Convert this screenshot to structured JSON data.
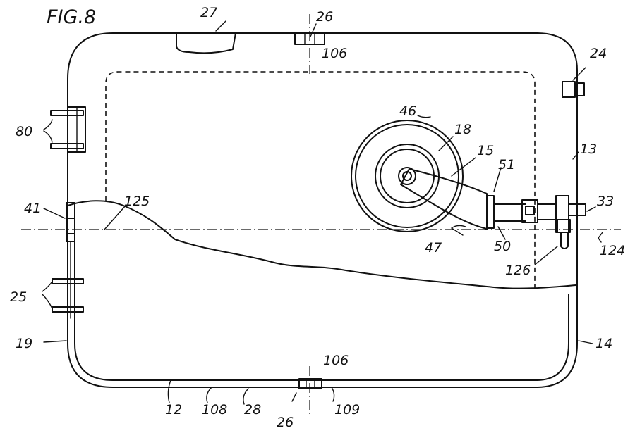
{
  "figure": {
    "title": "FIG.8"
  },
  "labels": {
    "l27": "27",
    "l26_top": "26",
    "l106_top": "106",
    "l24": "24",
    "l80": "80",
    "l46": "46",
    "l18": "18",
    "l15": "15",
    "l51": "51",
    "l13": "13",
    "l41": "41",
    "l125": "125",
    "l33": "33",
    "l47": "47",
    "l50": "50",
    "l124": "124",
    "l126": "126",
    "l25": "25",
    "l19": "19",
    "l14": "14",
    "l106_bot": "106",
    "l12": "12",
    "l108": "108",
    "l28": "28",
    "l26_bot": "26",
    "l109": "109"
  }
}
